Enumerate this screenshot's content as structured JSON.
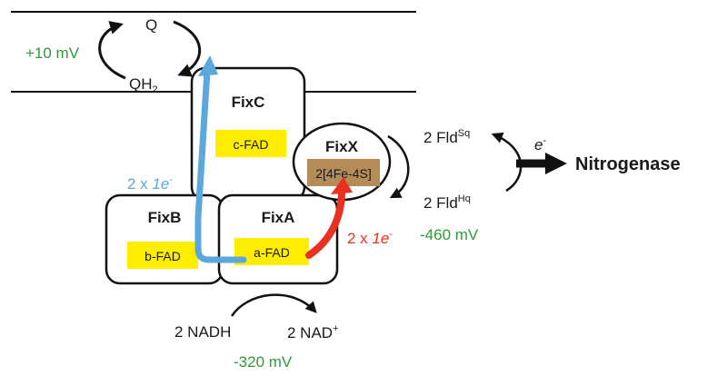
{
  "colors": {
    "potential": "#2e9a3a",
    "blue_arrow": "#5aa8dc",
    "red_arrow": "#e8311f",
    "fad_fill": "#ffee00",
    "fes_fill": "#b58b57"
  },
  "membrane": {
    "q": "Q",
    "qh": "QH",
    "qh_sub": "2",
    "q_potential": "+10 mV"
  },
  "complexes": {
    "fixc": {
      "name": "FixC",
      "cofactor": "c-FAD"
    },
    "fixb": {
      "name": "FixB",
      "cofactor": "b-FAD"
    },
    "fixa": {
      "name": "FixA",
      "cofactor": "a-FAD"
    },
    "fixx": {
      "name": "FixX",
      "cofactor": "2[4Fe-4S]"
    }
  },
  "electrons": {
    "blue_prefix": "2 x ",
    "blue_e": "1e",
    "blue_sup": "-",
    "red_prefix": "2 x ",
    "red_e": "1e",
    "red_sup": "-"
  },
  "flavodoxin": {
    "fld_sq_prefix": "2 Fld",
    "fld_sq_sup": "Sq",
    "fld_hq_prefix": "2 Fld",
    "fld_hq_sup": "Hq",
    "fld_potential": "-460 mV",
    "e": "e",
    "e_sup": "-",
    "target": "Nitrogenase"
  },
  "nadh": {
    "nadh": "2 NADH",
    "nad": "2 NAD",
    "nad_sup": "+",
    "potential": "-320 mV"
  }
}
